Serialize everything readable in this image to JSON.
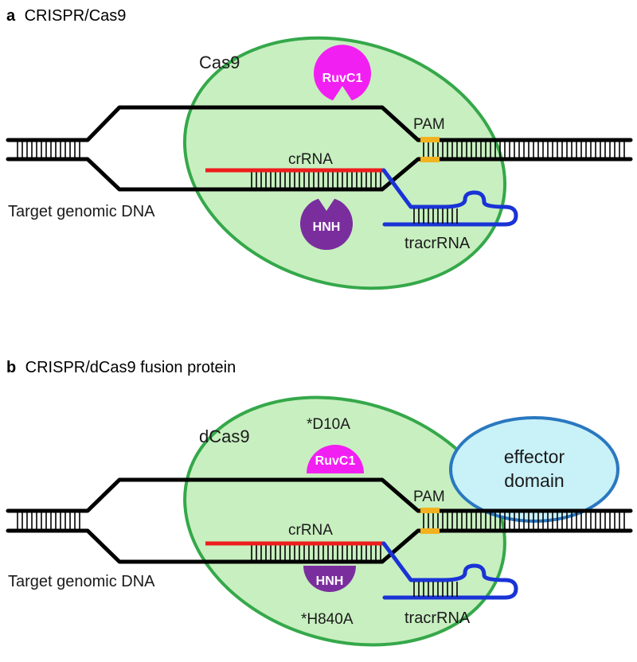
{
  "panel_a": {
    "letter": "a",
    "title": "CRISPR/Cas9",
    "protein_label": "Cas9",
    "domain_top": "RuvC1",
    "domain_bottom": "HNH",
    "pam_label": "PAM",
    "crrna_label": "crRNA",
    "tracrrna_label": "tracrRNA",
    "dna_label": "Target genomic DNA"
  },
  "panel_b": {
    "letter": "b",
    "title": "CRISPR/dCas9 fusion protein",
    "protein_label": "dCas9",
    "mutation_top": "*D10A",
    "mutation_bottom": "*H840A",
    "domain_top": "RuvC1",
    "domain_bottom": "HNH",
    "pam_label": "PAM",
    "crrna_label": "crRNA",
    "tracrrna_label": "tracrRNA",
    "dna_label": "Target genomic DNA",
    "effector_line1": "effector",
    "effector_line2": "domain"
  },
  "colors": {
    "protein_fill": "#c8efc0",
    "protein_stroke": "#35a84a",
    "ruvc_fill": "#f21ff2",
    "hnh_fill": "#7a2e9e",
    "crrna": "#ee1c1c",
    "tracrrna": "#1a33d6",
    "pam": "#f2b21f",
    "effector_fill": "#c9f2f8",
    "effector_stroke": "#2a78c0"
  }
}
